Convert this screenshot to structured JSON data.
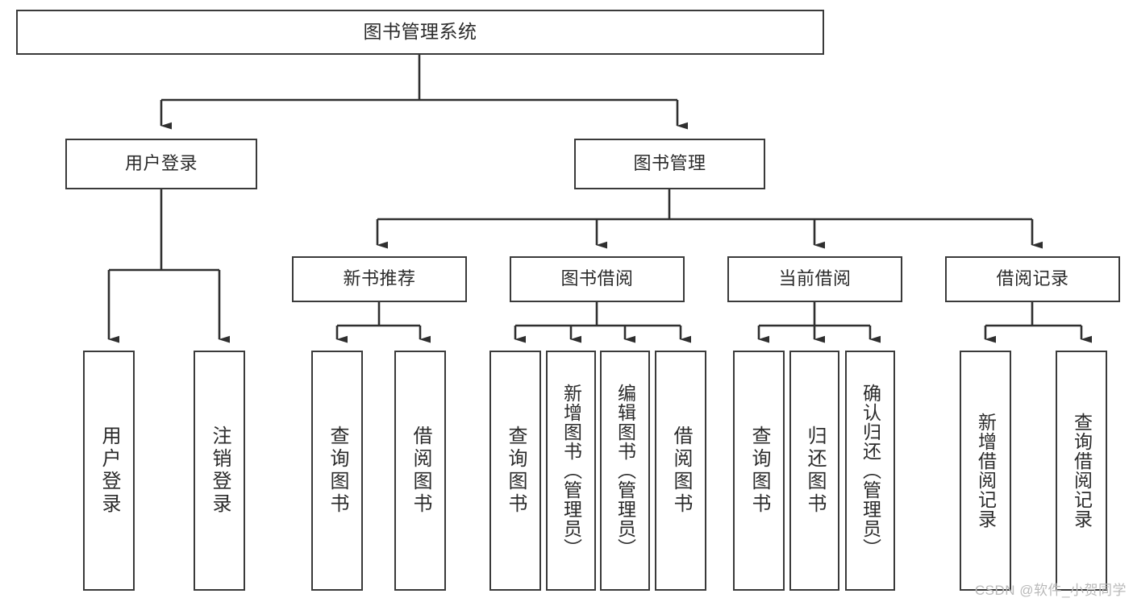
{
  "diagram": {
    "title": "图书管理系统",
    "root": {
      "label": "图书管理系统"
    },
    "level2": [
      {
        "label": "用户登录"
      },
      {
        "label": "图书管理"
      }
    ],
    "level3": [
      {
        "label": "新书推荐"
      },
      {
        "label": "图书借阅"
      },
      {
        "label": "当前借阅"
      },
      {
        "label": "借阅记录"
      }
    ],
    "leaves": {
      "user_login": [
        {
          "label": "用户登录"
        },
        {
          "label": "注销登录"
        }
      ],
      "new_book_recommend": [
        {
          "label": "查询图书"
        },
        {
          "label": "借阅图书"
        }
      ],
      "book_borrow": [
        {
          "label": "查询图书"
        },
        {
          "label": "新增图书（管理员）"
        },
        {
          "label": "编辑图书（管理员）"
        },
        {
          "label": "借阅图书"
        }
      ],
      "current_borrow": [
        {
          "label": "查询图书"
        },
        {
          "label": "归还图书"
        },
        {
          "label": "确认归还（管理员）"
        }
      ],
      "borrow_record": [
        {
          "label": "新增借阅记录"
        },
        {
          "label": "查询借阅记录"
        }
      ]
    }
  },
  "watermark": {
    "text": "CSDN @软件_小贺同学"
  },
  "colors": {
    "border": "#3a3a3a",
    "text": "#2b2b2b",
    "background": "#ffffff",
    "watermark": "#b9b9b9"
  }
}
